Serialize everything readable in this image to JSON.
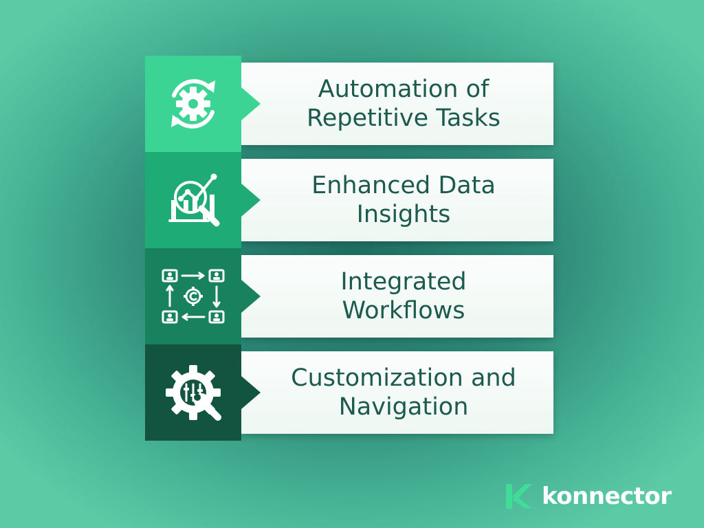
{
  "colors": {
    "tile_1": "#3cd495",
    "tile_2": "#1fab75",
    "tile_3": "#18825e",
    "tile_4": "#12543f",
    "card_text": "#1c5a4e",
    "brand_mark": "#3fdd98"
  },
  "items": [
    {
      "icon": "gear-cycle-icon",
      "line1": "Automation of",
      "line2": "Repetitive Tasks"
    },
    {
      "icon": "chart-magnifier-icon",
      "line1": "Enhanced Data",
      "line2": "Insights"
    },
    {
      "icon": "workflow-icon",
      "line1": "Integrated",
      "line2": "Workflows"
    },
    {
      "icon": "gear-wrench-icon",
      "line1": "Customization and",
      "line2": "Navigation"
    }
  ],
  "brand": {
    "name": "konnector",
    "icon": "konnector-logo-icon"
  }
}
